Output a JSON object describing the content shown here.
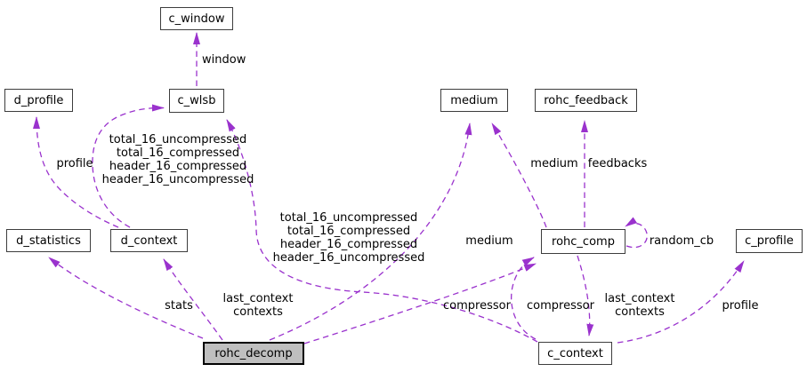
{
  "diagram": {
    "type": "collaboration-graph",
    "colors": {
      "edge": "#9a32cd",
      "node_border": "#3d3d3d",
      "node_fill": "#ffffff",
      "highlight_node_fill": "#bfbfbf",
      "text": "#000000",
      "background": "#ffffff"
    },
    "nodes": {
      "c_window": {
        "label": "c_window"
      },
      "d_profile": {
        "label": "d_profile"
      },
      "c_wlsb": {
        "label": "c_wlsb"
      },
      "medium": {
        "label": "medium"
      },
      "rohc_feedback": {
        "label": "rohc_feedback"
      },
      "d_statistics": {
        "label": "d_statistics"
      },
      "d_context": {
        "label": "d_context"
      },
      "rohc_comp": {
        "label": "rohc_comp"
      },
      "c_profile": {
        "label": "c_profile"
      },
      "rohc_decomp": {
        "label": "rohc_decomp",
        "highlighted": true
      },
      "c_context": {
        "label": "c_context"
      }
    },
    "edges": {
      "wlsb_window": {
        "from": "c_wlsb",
        "to": "c_window",
        "label": "window"
      },
      "dcontext_dprofile": {
        "from": "d_context",
        "to": "d_profile",
        "label": "profile"
      },
      "dcontext_wlsb": {
        "from": "d_context",
        "to": "c_wlsb",
        "label": "total_16_uncompressed\ntotal_16_compressed\nheader_16_compressed\nheader_16_uncompressed"
      },
      "decomp_stats": {
        "from": "rohc_decomp",
        "to": "d_statistics",
        "label": "stats"
      },
      "decomp_dcontext": {
        "from": "rohc_decomp",
        "to": "d_context",
        "label": "last_context\ncontexts"
      },
      "decomp_comp": {
        "from": "rohc_decomp",
        "to": "rohc_comp",
        "label": "compressor"
      },
      "decomp_medium": {
        "from": "rohc_decomp",
        "to": "medium",
        "label": "medium"
      },
      "ccontext_wlsb": {
        "from": "c_context",
        "to": "c_wlsb",
        "label": "total_16_uncompressed\ntotal_16_compressed\nheader_16_compressed\nheader_16_uncompressed"
      },
      "ccontext_comp": {
        "from": "c_context",
        "to": "rohc_comp",
        "label": "compressor"
      },
      "comp_ccontext": {
        "from": "rohc_comp",
        "to": "c_context",
        "label": "last_context\ncontexts"
      },
      "comp_medium": {
        "from": "rohc_comp",
        "to": "medium",
        "label": "medium"
      },
      "comp_feedback": {
        "from": "rohc_comp",
        "to": "rohc_feedback",
        "label": "feedbacks"
      },
      "comp_self": {
        "from": "rohc_comp",
        "to": "rohc_comp",
        "label": "random_cb"
      },
      "ccontext_cprofile": {
        "from": "c_context",
        "to": "c_profile",
        "label": "profile"
      }
    }
  }
}
